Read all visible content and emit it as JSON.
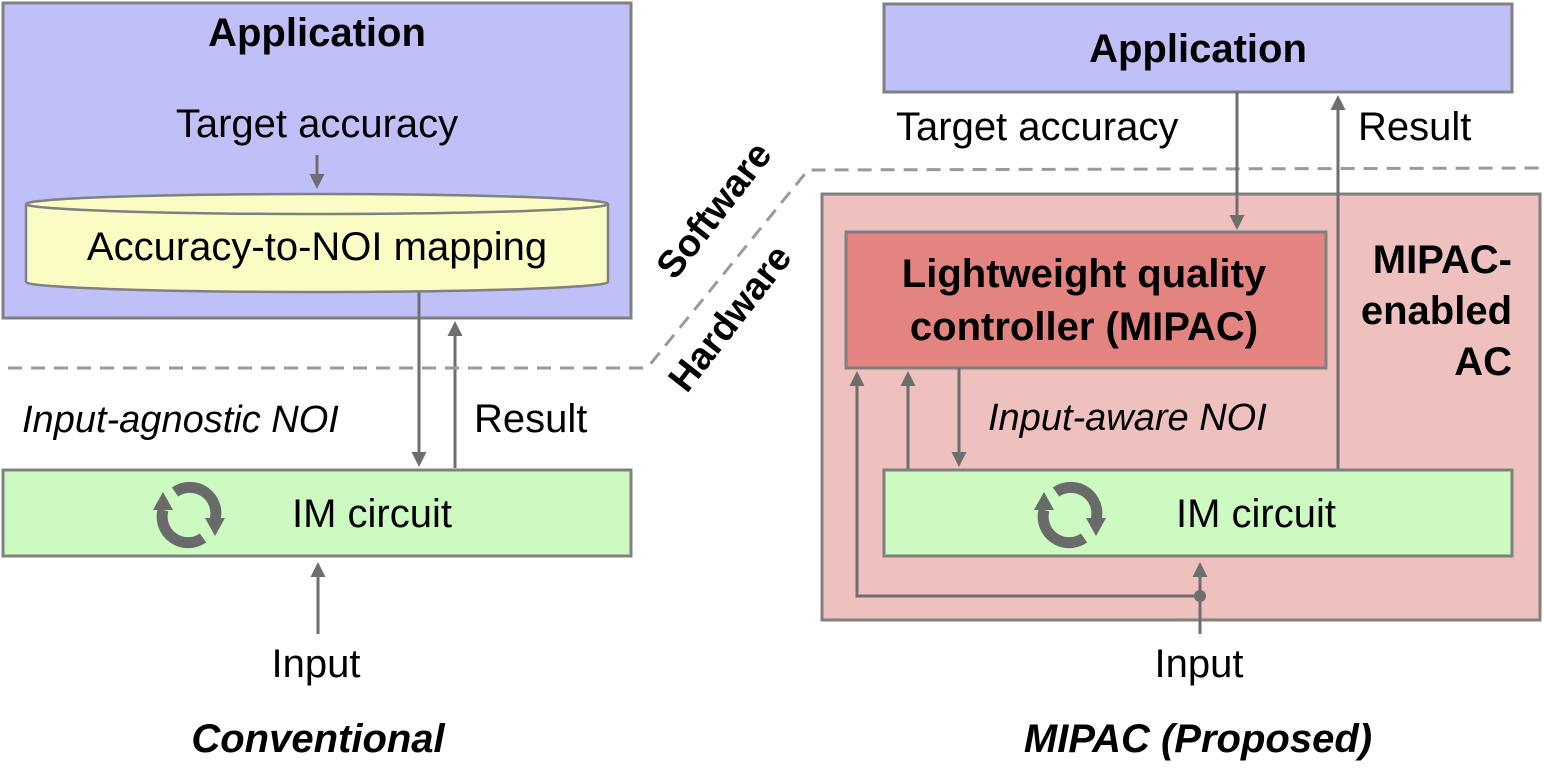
{
  "conventional": {
    "caption": "Conventional",
    "application": {
      "title": "Application",
      "target_accuracy": "Target accuracy",
      "mapping": "Accuracy-to-NOI mapping"
    },
    "noi_label": "Input-agnostic NOI",
    "result_label": "Result",
    "im_circuit": {
      "label": "IM circuit",
      "icon": "refresh-icon"
    },
    "input_label": "Input"
  },
  "divider": {
    "software_label": "Software",
    "hardware_label": "Hardware"
  },
  "proposed": {
    "caption": "MIPAC (Proposed)",
    "application": {
      "title": "Application"
    },
    "target_accuracy": "Target accuracy",
    "result_label": "Result",
    "ac_box_label": [
      "MIPAC-",
      "enabled",
      "AC"
    ],
    "controller": [
      "Lightweight quality",
      "controller (MIPAC)"
    ],
    "noi_label": "Input-aware NOI",
    "im_circuit": {
      "label": "IM circuit",
      "icon": "refresh-icon"
    },
    "input_label": "Input"
  },
  "colors": {
    "application_fill": "#c0c0f8",
    "mapping_fill": "#fafcc4",
    "im_circuit_fill": "#ccfac0",
    "ac_box_fill": "#eec0be",
    "controller_fill": "#e48480",
    "border": "#808080",
    "arrow": "#6e6e6e"
  }
}
